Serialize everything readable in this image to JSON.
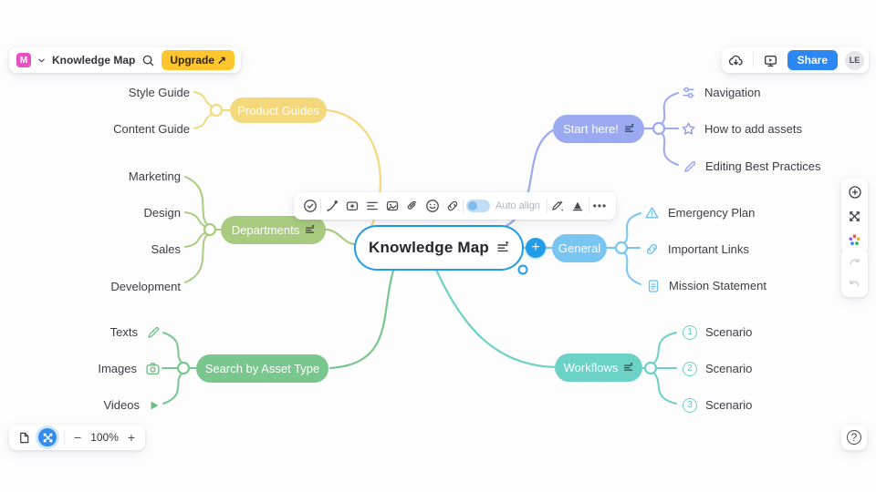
{
  "app": {
    "doc_title": "Knowledge Map",
    "upgrade_label": "Upgrade",
    "upgrade_arrow": "↗",
    "share_label": "Share",
    "avatar_initials": "LE"
  },
  "toolbar": {
    "auto_align_label": "Auto align",
    "more_label": "•••",
    "icon_names": [
      "check-circle-icon",
      "connector-icon",
      "add-topic-icon",
      "text-align-icon",
      "media-icon",
      "attachment-icon",
      "emoji-icon",
      "link-icon",
      "auto-align-toggle",
      "style-paint-icon",
      "shape-icon",
      "more-icon"
    ]
  },
  "colors": {
    "node_blue": "#1F9CEA",
    "share_blue": "#2D87F3",
    "upgrade_yellow": "#FFC52F",
    "logo_pink": "#E94EC3"
  },
  "map": {
    "center": {
      "label": "Knowledge Map"
    },
    "branches": [
      {
        "label": "Product Guides",
        "color": "#F3D87C",
        "items": [
          {
            "label": "Style Guide"
          },
          {
            "label": "Content Guide"
          }
        ]
      },
      {
        "label": "Departments",
        "color": "#A9CB7F",
        "items": [
          {
            "label": "Marketing"
          },
          {
            "label": "Design"
          },
          {
            "label": "Sales"
          },
          {
            "label": "Development"
          }
        ]
      },
      {
        "label": "Search by Asset Type",
        "color": "#79C78E",
        "items": [
          {
            "label": "Texts",
            "icon": "pencil-icon"
          },
          {
            "label": "Images",
            "icon": "camera-icon"
          },
          {
            "label": "Videos",
            "icon": "play-icon"
          }
        ]
      },
      {
        "label": "Start here!",
        "color": "#9BA9F0",
        "items": [
          {
            "label": "Navigation",
            "icon": "sliders-icon"
          },
          {
            "label": "How to add assets",
            "icon": "star-icon"
          },
          {
            "label": "Editing Best Practices",
            "icon": "pencil-icon"
          }
        ]
      },
      {
        "label": "General",
        "color": "#79C5F2",
        "items": [
          {
            "label": "Emergency Plan",
            "icon": "warning-icon"
          },
          {
            "label": "Important Links",
            "icon": "link-icon"
          },
          {
            "label": "Mission Statement",
            "icon": "document-icon"
          }
        ]
      },
      {
        "label": "Workflows",
        "color": "#6CD1C7",
        "items": [
          {
            "label": "Scenario",
            "badge": "1"
          },
          {
            "label": "Scenario",
            "badge": "2"
          },
          {
            "label": "Scenario",
            "badge": "3"
          }
        ]
      }
    ]
  },
  "zoom_controls": {
    "zoom_out": "−",
    "zoom_level": "100%",
    "zoom_in": "+"
  },
  "add_node_label": "+"
}
